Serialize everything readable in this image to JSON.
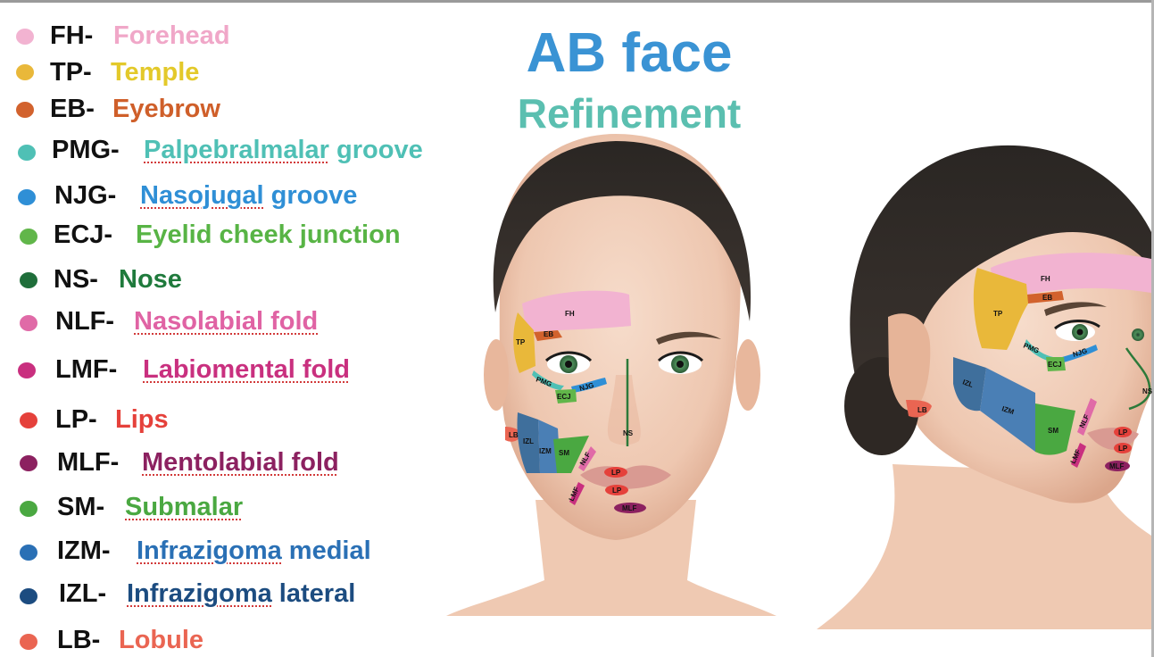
{
  "title": "AB face",
  "subtitle": "Refinement",
  "legend": [
    {
      "abbr": "FH-",
      "name": "Forehead",
      "color": "#f2b3d1",
      "name_color": "#f0a7c8"
    },
    {
      "abbr": "TP-",
      "name": "Temple",
      "color": "#e9b83a",
      "name_color": "#e3c92a"
    },
    {
      "abbr": "EB-",
      "name": "Eyebrow",
      "color": "#d2622d",
      "name_color": "#cf5f2a"
    },
    {
      "abbr": "PMG-",
      "name_a": "Palpebralmalar",
      "name_b": " groove",
      "color": "#4fc0b5",
      "name_color": "#4fc0b5"
    },
    {
      "abbr": "NJG-",
      "name_a": "Nasojugal",
      "name_b": " groove",
      "color": "#2f8fd6",
      "name_color": "#2f8fd6"
    },
    {
      "abbr": "ECJ-",
      "name": "Eyelid cheek junction",
      "color": "#61b64a",
      "name_color": "#58b445"
    },
    {
      "abbr": "NS-",
      "name": "Nose",
      "color": "#1f6e3a",
      "name_color": "#1f7a3c"
    },
    {
      "abbr": "NLF-",
      "name": "Nasolabial fold",
      "color": "#e06aa7",
      "name_color": "#e063a4"
    },
    {
      "abbr": "LMF-",
      "name": "Labiomental fold",
      "color": "#c92f7f",
      "name_color": "#c9307f"
    },
    {
      "abbr": "LP-",
      "name": "Lips",
      "color": "#e5413b",
      "name_color": "#e5413b"
    },
    {
      "abbr": "MLF-",
      "name": "Mentolabial fold",
      "color": "#8c2160",
      "name_color": "#8c2160"
    },
    {
      "abbr": "SM-",
      "name": "Submalar",
      "color": "#4aa841",
      "name_color": "#4aa841"
    },
    {
      "abbr": "IZM-",
      "name_a": "Infrazigoma",
      "name_b": " medial",
      "color": "#2a70b5",
      "name_color": "#2a70b5"
    },
    {
      "abbr": "IZL-",
      "name_a": "Infrazigoma",
      "name_b": " lateral",
      "color": "#1c4c80",
      "name_color": "#1c4c80"
    },
    {
      "abbr": "LB-",
      "name": "Lobule",
      "color": "#ea6552",
      "name_color": "#ea6552"
    }
  ],
  "front_labels": {
    "fh": "FH",
    "tp": "TP",
    "eb": "EB",
    "pmg": "PMG",
    "njg": "NJG",
    "ecj": "ECJ",
    "ns": "NS",
    "lb": "LB",
    "izl": "IZL",
    "izm": "IZM",
    "sm": "SM",
    "nlf": "NLF",
    "lp1": "LP",
    "lp2": "LP",
    "lmf": "LMF",
    "mlf": "MLF"
  },
  "side_labels": {
    "fh": "FH",
    "eb": "EB",
    "tp": "TP",
    "pmg": "PMG",
    "ecj": "ECJ",
    "njg": "NJG",
    "ns": "NS",
    "izl": "IZL",
    "izm": "IZM",
    "sm": "SM",
    "lb": "LB",
    "nlf": "NLF",
    "lp1": "LP",
    "lp2": "LP",
    "lmf": "LMF",
    "mlf": "MLF"
  }
}
